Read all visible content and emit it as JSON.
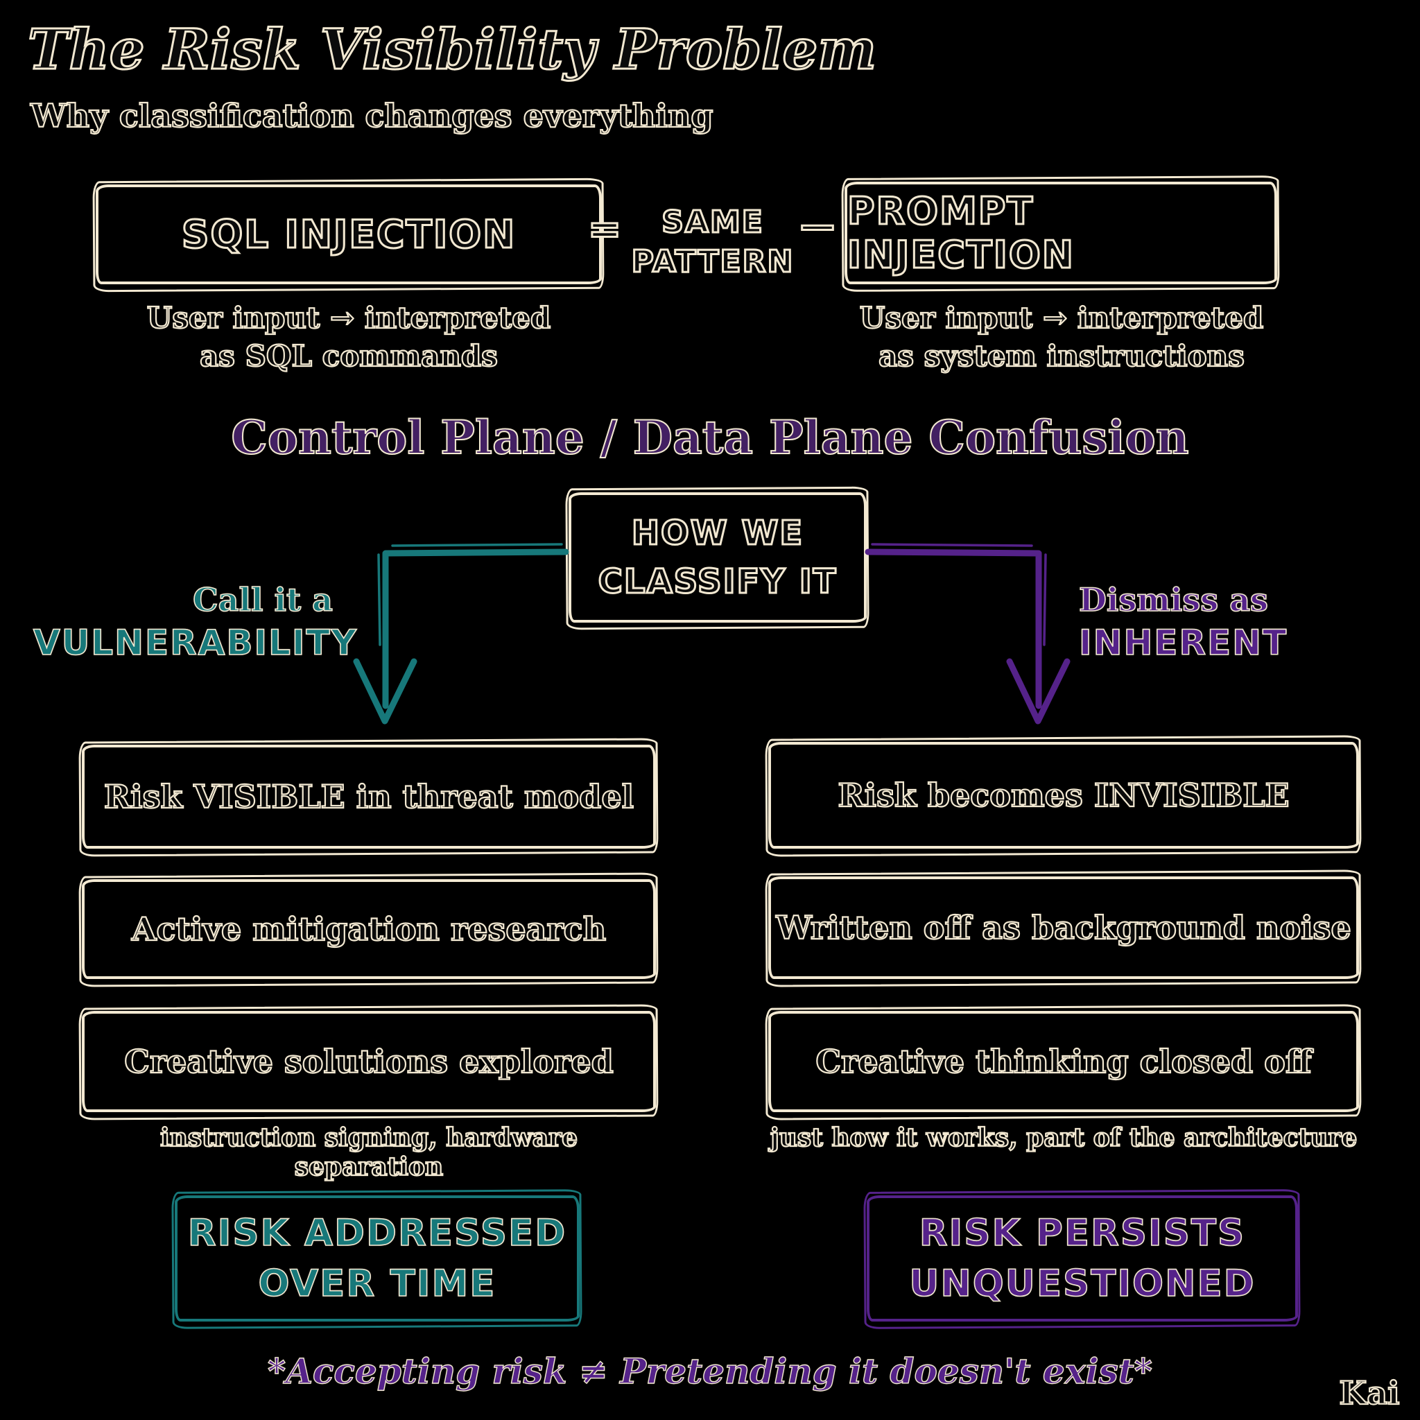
{
  "colors": {
    "background": "#000000",
    "cream": "#f3e9d2",
    "ink": "#0b0b0b",
    "teal": "#17787a",
    "purple": "#55228a",
    "purple_dark": "#432063"
  },
  "header": {
    "title": "The Risk Visibility Problem",
    "subtitle": "Why classification changes everything"
  },
  "comparison": {
    "left_box": "SQL INJECTION",
    "left_caption_line1": "User input → interpreted",
    "left_caption_line2": "as SQL commands",
    "equals": "=",
    "connector_line1": "SAME",
    "connector_line2": "PATTERN",
    "dash": "—",
    "right_box": "PROMPT INJECTION",
    "right_caption_line1": "User input → interpreted",
    "right_caption_line2": "as system instructions"
  },
  "section_heading": "Control Plane / Data Plane Confusion",
  "classify_box": {
    "line1": "HOW WE",
    "line2": "CLASSIFY IT"
  },
  "left_branch": {
    "label_line1": "Call it a",
    "label_line2": "VULNERABILITY",
    "outcomes": [
      "Risk VISIBLE in threat model",
      "Active mitigation research",
      "Creative solutions explored"
    ],
    "caption": "instruction signing, hardware separation",
    "result_line1": "RISK ADDRESSED",
    "result_line2": "OVER TIME"
  },
  "right_branch": {
    "label_line1": "Dismiss as",
    "label_line2": "INHERENT",
    "outcomes": [
      "Risk becomes INVISIBLE",
      "Written off as background noise",
      "Creative thinking closed off"
    ],
    "caption": "just how it works, part of the architecture",
    "result_line1": "RISK PERSISTS",
    "result_line2": "UNQUESTIONED"
  },
  "footer": {
    "quote": "*Accepting risk ≠ Pretending it doesn't exist*",
    "signature": "Kai"
  }
}
